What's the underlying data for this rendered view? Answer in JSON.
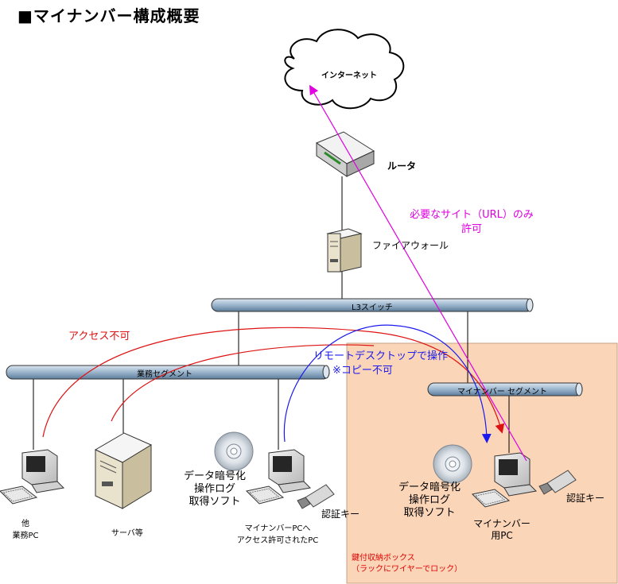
{
  "title": "■マイナンバー構成概要",
  "nodes": {
    "internet": "インターネット",
    "router": "ルータ",
    "firewall": "ファイアウォール",
    "l3_switch": "L3スイッチ",
    "business_segment": "業務セグメント",
    "mynumber_segment": "マイナンバー セグメント",
    "other_pc": [
      "他",
      "業務PC"
    ],
    "server": "サーバ等",
    "permitted_pc": [
      "マイナンバーPCへ",
      "アクセス許可されたPC"
    ],
    "mynumber_pc": [
      "マイナンバー",
      "用PC"
    ],
    "auth_key_left": "認証キー",
    "auth_key_right": "認証キー",
    "software_left": [
      "データ暗号化",
      "操作ログ",
      "取得ソフト"
    ],
    "software_right": [
      "データ暗号化",
      "操作ログ",
      "取得ソフト"
    ]
  },
  "annotations": {
    "only_sites": [
      "必要なサイト（URL）のみ",
      "許可"
    ],
    "access_denied": "アクセス不可",
    "remote_desktop": [
      "リモートデスクトップで操作",
      "※コピー不可"
    ],
    "box_label": [
      "鍵付収納ボックス",
      "（ラックにワイヤーでロック）"
    ]
  },
  "colors": {
    "magenta": "#e000e0",
    "red": "#dd1111",
    "blue": "#1a1aee",
    "box_fill": "#fbd5b8",
    "box_text": "#e00000",
    "bus_fill": "#9ab4cc"
  }
}
